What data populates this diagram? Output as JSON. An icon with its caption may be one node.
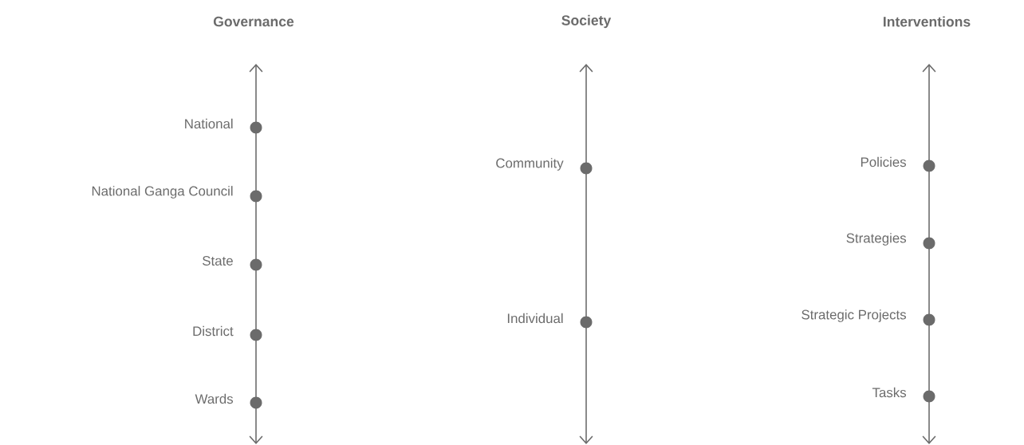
{
  "diagram": {
    "nodes": [
      {
        "text": [],
        "shape": "circle",
        "beside": [
          "National"
        ]
      },
      {
        "text": [],
        "shape": "circle",
        "beside": [
          "National Ganga Council"
        ]
      },
      {
        "text": [],
        "shape": "circle",
        "beside": [
          "State"
        ]
      },
      {
        "text": [],
        "shape": "circle",
        "beside": [
          "District"
        ]
      },
      {
        "text": [],
        "shape": "circle",
        "beside": [
          "Wards"
        ]
      },
      {
        "text": [],
        "shape": "circle",
        "beside": [
          "Community"
        ]
      },
      {
        "text": [],
        "shape": "circle",
        "beside": [
          "Individual"
        ]
      },
      {
        "text": [],
        "shape": "circle",
        "beside": [
          "Policies"
        ]
      },
      {
        "text": [],
        "shape": "circle",
        "beside": [
          "Strategies"
        ]
      },
      {
        "text": [],
        "shape": "circle",
        "beside": [
          "Strategic Projects"
        ]
      },
      {
        "text": [],
        "shape": "circle",
        "beside": [
          "Tasks"
        ]
      }
    ],
    "labels": [
      "Governance",
      "Society",
      "Interventions"
    ]
  }
}
